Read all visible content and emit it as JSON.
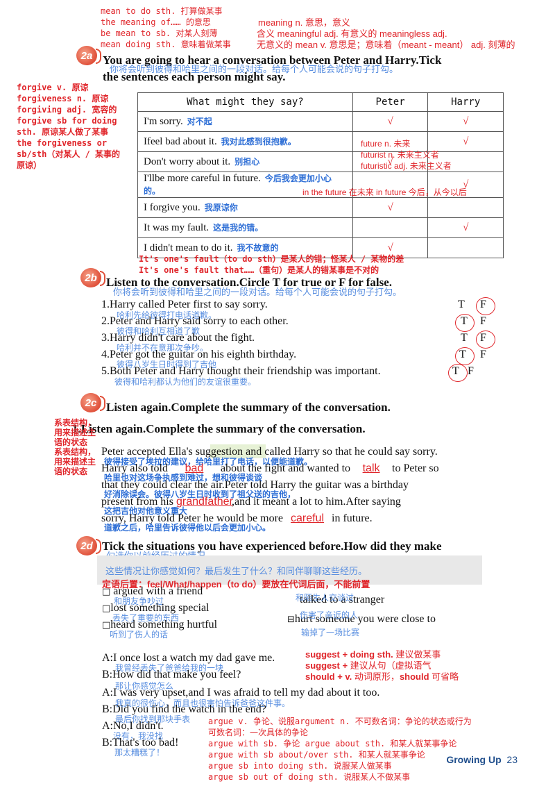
{
  "top_notes": {
    "mono": [
      "mean to do sth. 打算做某事",
      "the meaning of…… 的意思",
      "be mean to sb. 对某人刻薄",
      "mean doing sth. 意味着做某事"
    ],
    "meaning_1": "meaning n. 意思，意义",
    "meaning_2": "含义 meaningful adj. 有意义的 meaningless adj.",
    "meaning_3": "无意义的 mean v. 意思是；意味着（meant - meant） adj. 刻薄的"
  },
  "sec2a": {
    "badge": "2a",
    "heading_1": "You are going to hear a conversation between Peter and Harry.Tick",
    "heading_2": "the sentences each person might say.",
    "zh": "你将会听到彼得和哈里之间的一段对话。给每个人可能会说的句子打勾。",
    "left_notes": [
      "forgive v. 原谅",
      "forgiveness n. 原谅",
      "forgiving adj. 宽容的",
      "forgive sb for doing",
      "sth. 原谅某人做了某事",
      "the forgiveness or",
      "sb/sth（对某人 / 某事的",
      "原谅）"
    ],
    "table": {
      "headers": [
        "What might they say?",
        "Peter",
        "Harry"
      ],
      "rows": [
        {
          "en": "I'm sorry.",
          "zh": "对不起",
          "peter": "√",
          "harry": "√"
        },
        {
          "en": "Ifeel bad about it.",
          "zh": "我对此感到很抱歉。",
          "peter": "",
          "harry": "√"
        },
        {
          "en": "Don't worry about it.",
          "zh": "别担心",
          "peter": "√",
          "harry": ""
        },
        {
          "en": "I'llbe more careful in future.",
          "zh": "今后我会更加小心的。",
          "peter": "",
          "harry": "√"
        },
        {
          "en": "I forgive you.",
          "zh": "我原谅你",
          "peter": "√",
          "harry": ""
        },
        {
          "en": "It was my fault.",
          "zh": "这是我的错。",
          "peter": "",
          "harry": "√"
        },
        {
          "en": "I didn't mean to do it.",
          "zh": "我不故意的",
          "peter": "√",
          "harry": ""
        }
      ]
    },
    "future_notes": [
      "future n. 未来",
      "futurist n. 未来主义者",
      "futuristic adj. 未来主义者"
    ],
    "in_future": "in the future 在未来    in future 今后，从今以后",
    "fault_1": "It's one's fault（to do sth）是某人的错；怪某人 / 某物的差",
    "fault_2": "It's one's fault that……（重句）是某人的错某事是不对的"
  },
  "sec2b": {
    "badge": "2b",
    "heading": "Listen to the conversation.Circle T for true or F for false.",
    "zh": "你将会听到彼得和哈里之间的一段对话。给每个人可能会说的句子打勾。",
    "items": [
      {
        "en": "1.Harry called Peter first to say sorry.",
        "zh": "哈利先给彼得打电话道歉。"
      },
      {
        "en": "2.Peter and Harry said sorry to each other.",
        "zh": "彼得和哈利互相道了歉"
      },
      {
        "en": "3.Harry didn't care about the fight.",
        "zh": "哈利并不在意那次争吵。"
      },
      {
        "en": "4.Peter got the guitar on his eighth birthday.",
        "zh": "彼得八岁生日时得到了吉他"
      },
      {
        "en": "5.Both Peter and Harry thought their friendship was important.",
        "zh": "彼得和哈利都认为他们的友谊很重要。"
      }
    ],
    "t": "T",
    "f": "F"
  },
  "sec2c": {
    "badge": "2c",
    "heading": "Listen again.Complete the summary of the conversation.",
    "heading_dup": "1.Listen again.Complete the summary of the conversation.",
    "side_notes": [
      "系表结构，",
      "用来描述主",
      "语的状态",
      "系表结构，",
      "用来描述主",
      "语的状态"
    ],
    "line1": "Peter accepted Ella's suggestion and called Harry so that he could say sorry.",
    "line1_zh": "彼得接受了埃拉的建议，给哈里打了电话，以便能道歉。",
    "line2_a": "Harry also told",
    "fill_bad": "bad",
    "line2_b": "about the fight and wanted to",
    "fill_talk": "talk",
    "line2_c": "to Peter so",
    "line2_zh": "哈里也对这场争执感到难过，想和彼得谈谈",
    "line3": "that they could clear the air.Peter told Harry the guitar was a birthday",
    "line3_zh": "好消除误会。彼得八岁生日时收到了祖父送的吉他，",
    "line4_a": "present from his",
    "fill_grandfather": "grandfather",
    "line4_b": ",and it meant a lot to him.After saying",
    "line4_zh": "这把吉他对他意义重大",
    "line5_a": "sorry, Harry told Peter he would be more",
    "fill_careful": "careful",
    "line5_b": "in future.",
    "line5_zh": "道歉之后，哈里告诉彼得他以后会更加小心。"
  },
  "sec2d": {
    "badge": "2d",
    "heading": "Tick the situations you have experienced before.How did they make",
    "zh_1": "勾选你以前经历过的情况。",
    "zh_2": "这些情况让你感觉如何？最后发生了什么？和同伴聊聊这些经历。",
    "note": "定语后置：feel/What/happen（to do）要放在代词后面，不能前置",
    "situations": [
      {
        "box": "□",
        "en": "argued with a friend",
        "zh": "和朋友争吵过"
      },
      {
        "box": "□",
        "en": "lost something special",
        "zh": "丢失了重要的东西"
      },
      {
        "box": "□",
        "en": "heard something hurtful",
        "zh": "听到了伤人的话"
      },
      {
        "box": "",
        "en": "talked to a stranger",
        "zh": "和陌生人交谈过"
      },
      {
        "box": "",
        "en": "hurt someone you were close to",
        "zh": "伤害了亲近的人"
      },
      {
        "box": "",
        "en": "",
        "zh": "输掉了一场比赛"
      }
    ],
    "dialog": [
      {
        "en": "A:I once lost a watch my dad gave me.",
        "zh": "我曾经丢失了爸爸给我的一块"
      },
      {
        "en": "B:How did that make you feel?",
        "zh": "那让你感觉怎么"
      },
      {
        "en": "A:I was very upset,and I was afraid to tell my dad about it too.",
        "zh": "我真的很伤心，而且也很害怕告诉爸爸这件事。"
      },
      {
        "en": "B:Did you find the watch in the end?",
        "zh": "最后你找到那块手表"
      },
      {
        "en": "A:No,I didn't.",
        "zh": "没有，我没找"
      },
      {
        "en": "B:That's too bad!",
        "zh": "那太糟糕了！"
      }
    ],
    "suggest_1a": "suggest + doing sth.",
    "suggest_1b": " 建议做某事",
    "suggest_2a": "suggest +",
    "suggest_2b": " 建议从句（虚拟语气",
    "suggest_3a": "should + v.",
    "suggest_3b": " 动词原形，",
    "suggest_3c": "should",
    "suggest_3d": " 可省略",
    "argue_notes": [
      "argue v. 争论、说服argument n. 不可数名词：争论的状态或行为",
      "可数名词：一次具体的争论",
      "argue with sb. 争论 argue about sth. 和某人就某事争论",
      "argue with sb about/over sth. 和某人就某事争论",
      "argue sb into doing sth. 说服某人做某事",
      "argue sb out of doing sth. 说服某人不做某事"
    ]
  },
  "footer": {
    "label": "Growing Up",
    "page": "23"
  }
}
